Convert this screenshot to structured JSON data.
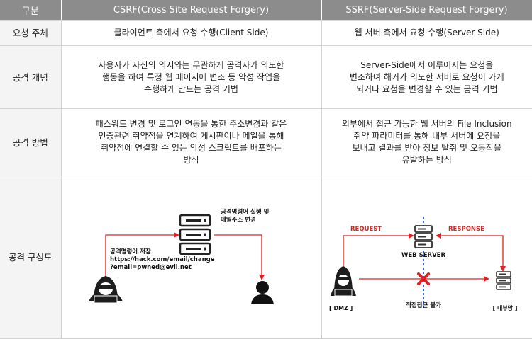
{
  "header": {
    "col1": "구분",
    "col2": "CSRF(Cross Site Request Forgery)",
    "col3": "SSRF(Server-Side Request Forgery)"
  },
  "rows": [
    {
      "label": "요청 주체",
      "csrf": "클라이언트 측에서 요청 수행(Client Side)",
      "ssrf": "웹 서버 측에서 요청 수행(Server Side)"
    },
    {
      "label": "공격 개념",
      "csrf": "사용자가 자신의 의지와는 무관하게 공격자가 의도한\n행동을 하여 특정 웹 페이지에 변조 등 악성 작업을\n수행하게 만드는 공격 기법",
      "ssrf": "Server-Side에서 이루어지는 요청을\n변조하여 해커가 의도한 서버로 요청이 가게\n되거나 요청을 변경할 수 있는 공격 기법"
    },
    {
      "label": "공격 방법",
      "csrf": "패스워드 변경 및 로그인 연동을 통한 주소변경과 같은\n인증관련 취약점을 연계하여 게시판이나 메일을 통해\n취약점에 연결할 수 있는 악성 스크립트를 배포하는\n방식",
      "ssrf": "외부에서 접근 가능한 웹 서버의 File Inclusion\n취약 파라미터를 통해 내부 서버에 요청을\n보내고 결과를 받아 정보 탈취 및 오동작을\n유발하는 방식"
    },
    {
      "label": "공격 구성도"
    }
  ],
  "csrf_diagram": {
    "note_top_line1": "공격명령어 실행 및",
    "note_top_line2": "메일주소 변경",
    "note_left_line1": "공격명령어 저장",
    "note_left_line2": "https://hack.com/email/change",
    "note_left_line3": "?email=pwned@evil.net"
  },
  "ssrf_diagram": {
    "request": "REQUEST",
    "response": "RESPONSE",
    "web_server": "WEB SERVER",
    "dmz": "[ DMZ ]",
    "internal": "[ 내부망 ]",
    "direct_access": "직접접근 불가"
  },
  "colors": {
    "header_bg": "#8c8c8c",
    "arrow_red": "#e02020",
    "label_red": "#d02a2a",
    "dash_blue": "#3b63c9"
  }
}
